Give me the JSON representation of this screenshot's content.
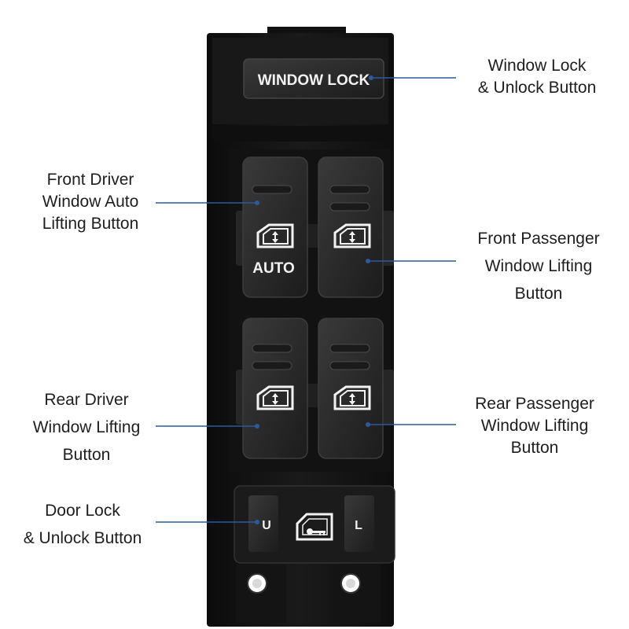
{
  "colors": {
    "leader_line": "#2b5a9e",
    "panel": "#141414",
    "button": "#2b2b2b",
    "icon": "#f2f2f2",
    "text": "#1e1e1e"
  },
  "switch": {
    "window_lock_text": "WINDOW LOCK",
    "auto_text": "AUTO",
    "unlock_letter": "U",
    "lock_letter": "L"
  },
  "callouts": {
    "window_lock": {
      "lines": [
        "Window Lock",
        "& Unlock Button"
      ]
    },
    "front_driver": {
      "lines": [
        "Front Driver",
        "Window Auto",
        "Lifting Button"
      ]
    },
    "front_passenger": {
      "lines": [
        "Front Passenger",
        "Window Lifting",
        "Button"
      ]
    },
    "rear_driver": {
      "lines": [
        "Rear Driver",
        "Window Lifting",
        "Button"
      ]
    },
    "rear_passenger": {
      "lines": [
        "Rear Passenger",
        "Window Lifting",
        "Button"
      ]
    },
    "door_lock": {
      "lines": [
        "Door Lock",
        "& Unlock Button"
      ]
    }
  }
}
